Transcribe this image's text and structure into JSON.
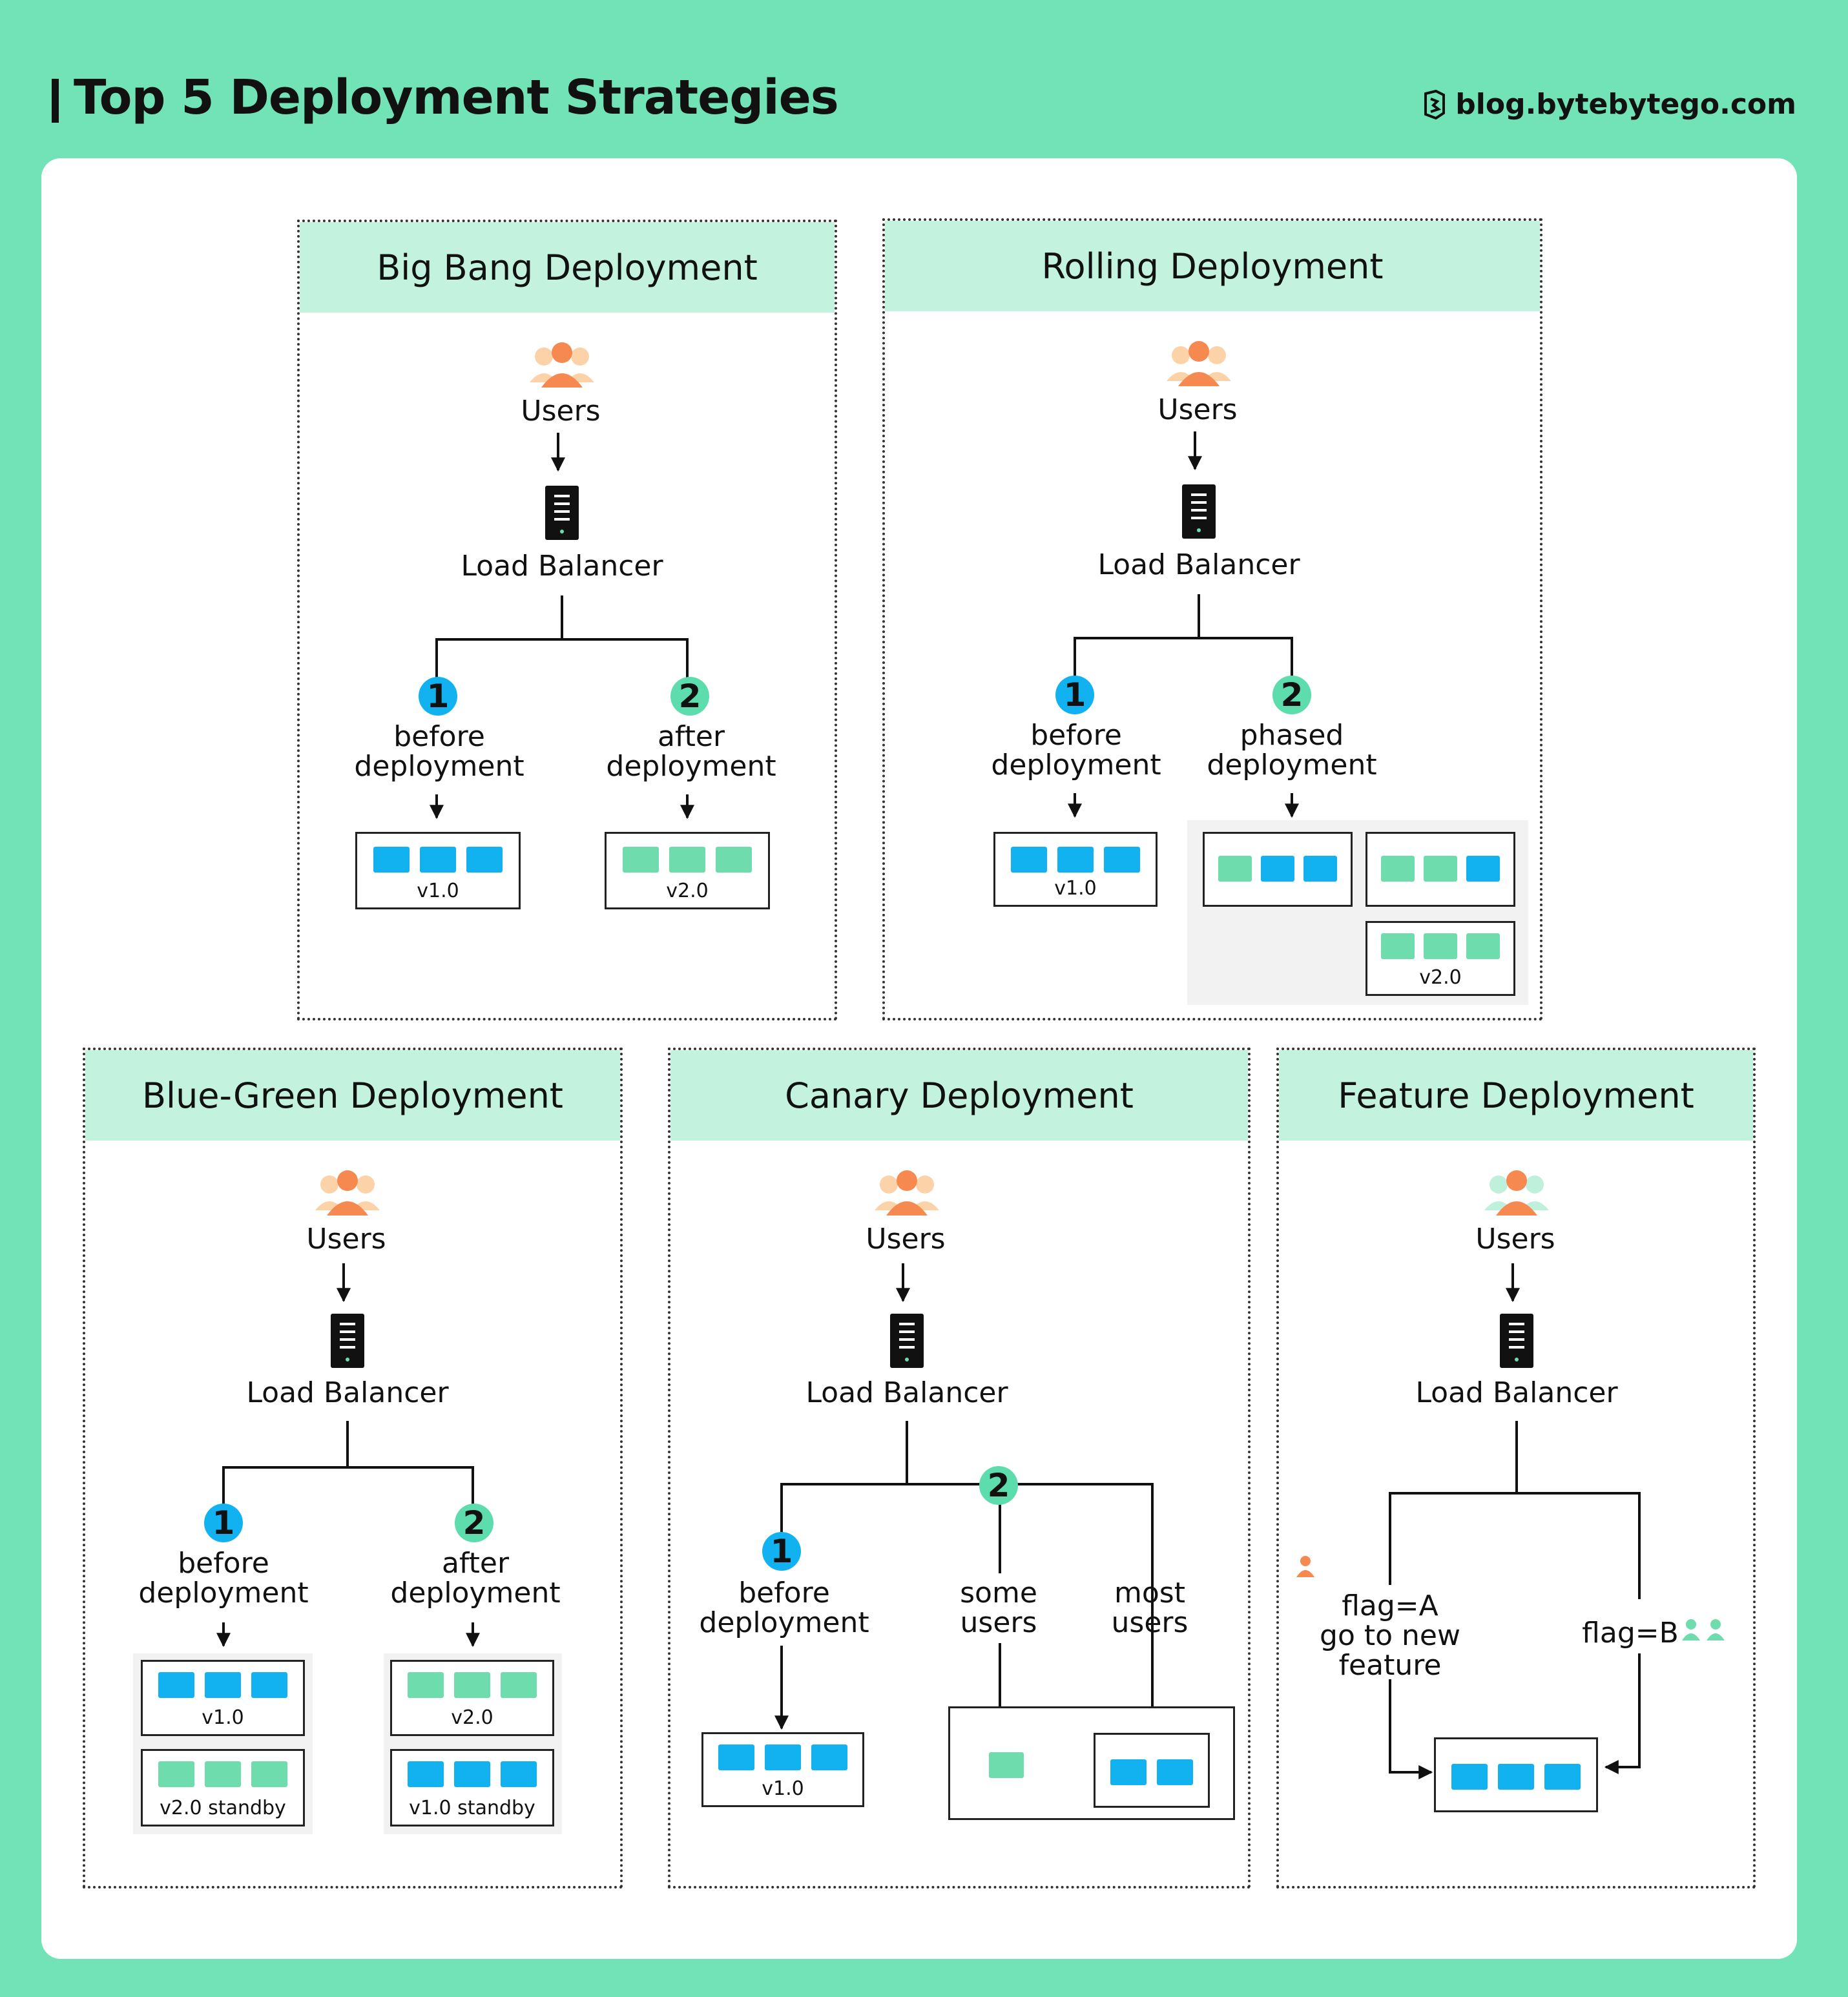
{
  "header": {
    "title": "Top 5 Deployment Strategies",
    "brand": "blog.bytebytego.com"
  },
  "common": {
    "users": "Users",
    "lb": "Load Balancer",
    "before": "before\ndeployment",
    "after": "after\ndeployment"
  },
  "bigbang": {
    "title": "Big Bang Deployment",
    "b1": "1",
    "b2": "2",
    "box1": "v1.0",
    "box2": "v2.0"
  },
  "rolling": {
    "title": "Rolling Deployment",
    "b1": "1",
    "b2": "2",
    "phased": "phased\ndeployment",
    "box1": "v1.0",
    "box_final": "v2.0"
  },
  "bluegreen": {
    "title": "Blue-Green Deployment",
    "b1": "1",
    "b2": "2",
    "box1": "v1.0",
    "box1s": "v2.0 standby",
    "box2": "v2.0",
    "box2s": "v1.0 standby"
  },
  "canary": {
    "title": "Canary Deployment",
    "b1": "1",
    "b2": "2",
    "some": "some\nusers",
    "most": "most\nusers",
    "box1": "v1.0"
  },
  "feature": {
    "title": "Feature Deployment",
    "flagA": "flag=A\ngo to new\nfeature",
    "flagB": "flag=B"
  },
  "colors": {
    "bg": "#71e3b6",
    "head": "#c3f3df",
    "blue": "#12b2f0",
    "green": "#6fdcae",
    "orange": "#f5894f"
  }
}
